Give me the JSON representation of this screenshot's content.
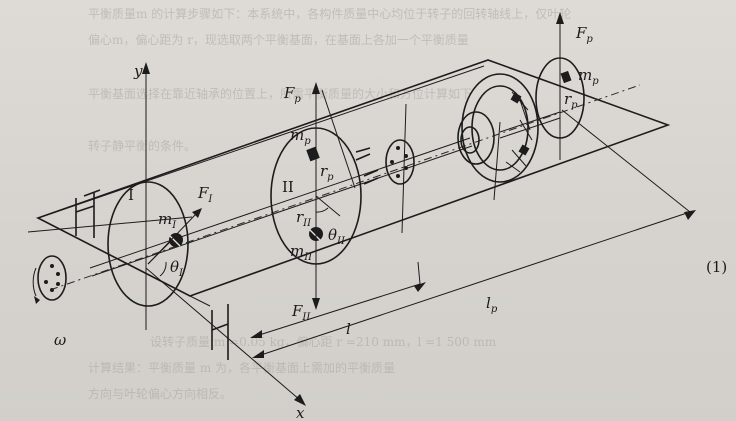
{
  "labels": {
    "y_axis": "y",
    "x_axis": "x",
    "omega": "ω",
    "disk_I": "I",
    "disk_II": "II",
    "F_I_main": "F",
    "F_I_sub": "I",
    "F_p_main": "F",
    "F_p_sub": "p",
    "F_II_main": "F",
    "F_II_sub": "II",
    "m_I_main": "m",
    "m_I_sub": "I",
    "m_p_main": "m",
    "m_p_sub": "p",
    "m_II_main": "m",
    "m_II_sub": "II",
    "r_p_main": "r",
    "r_p_sub": "p",
    "r_II_main": "r",
    "r_II_sub": "II",
    "theta_I_main": "θ",
    "theta_I_sub": "I",
    "theta_II_main": "θ",
    "theta_II_sub": "II",
    "l": "l",
    "l_p_main": "l",
    "l_p_sub": "p",
    "eq_number": "(1)"
  },
  "background_text": {
    "line1": "平衡质量m 的计算步骤如下：本系统中，各构件质量中心均位于转子的回转轴线上，仅叶轮",
    "line2": "偏心m，偏心距为 r，现选取两个平衡基面，在基面上各加一个平衡质量",
    "line3": "平衡基面选择在靠近轴承的位置上，所需平衡质量的大小和方位计算如下",
    "line4": "转子静平衡的条件。",
    "line5": "设转子质量 m =0.05 kg，偏心距 r =210 mm，l =1 500 mm",
    "line6": "计算结果：平衡质量 m 为，各平衡基面上需加的平衡质量",
    "line7": "方向与叶轮偏心方向相反。"
  }
}
